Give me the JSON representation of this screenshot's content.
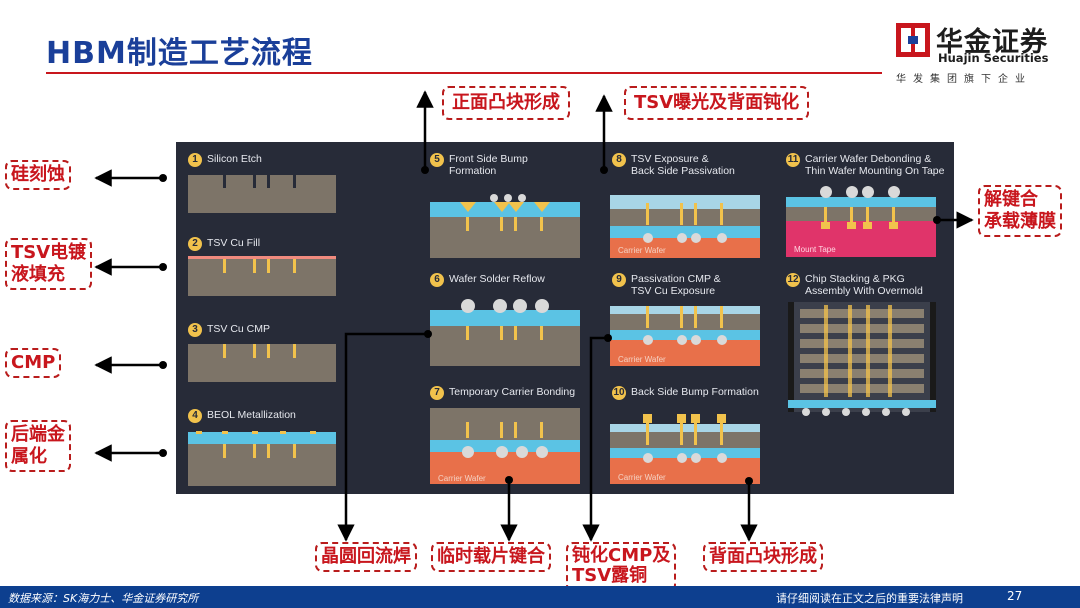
{
  "header": {
    "title": "HBM制造工艺流程",
    "logo_cn": "华金证券",
    "logo_en": "Huajin Securities",
    "logo_tagline": "华发集团旗下企业"
  },
  "steps": [
    {
      "num": "1",
      "text": "Silicon Etch"
    },
    {
      "num": "2",
      "text": "TSV Cu Fill"
    },
    {
      "num": "3",
      "text": "TSV Cu CMP"
    },
    {
      "num": "4",
      "text": "BEOL Metallization"
    },
    {
      "num": "5",
      "text": "Front Side Bump\nFormation"
    },
    {
      "num": "6",
      "text": "Wafer Solder Reflow"
    },
    {
      "num": "7",
      "text": "Temporary Carrier Bonding"
    },
    {
      "num": "8",
      "text": "TSV Exposure &\nBack Side Passivation"
    },
    {
      "num": "9",
      "text": "Passivation CMP &\nTSV Cu Exposure"
    },
    {
      "num": "10",
      "text": "Back Side Bump Formation"
    },
    {
      "num": "11",
      "text": "Carrier Wafer Debonding &\nThin Wafer Mounting On Tape"
    },
    {
      "num": "12",
      "text": "Chip Stacking & PKG\nAssembly With Overmold"
    }
  ],
  "diagram_labels": {
    "carrier_wafer": "Carrier Wafer",
    "mount_tape": "Mount Tape"
  },
  "callouts": {
    "etch": "硅刻蚀",
    "tsv_fill": "TSV电镀\n液填充",
    "cmp": "CMP",
    "beol": "后端金\n属化",
    "front_bump": "正面凸块形成",
    "tsv_exposure": "TSV曝光及背面钝化",
    "debond": "解键合\n承载薄膜",
    "reflow": "晶圆回流焊",
    "carrier_bond": "临时载片键合",
    "passivation": "钝化CMP及\nTSV露铜",
    "back_bump": "背面凸块形成"
  },
  "footer": {
    "source": "数据来源：SK海力士、华金证券研究所",
    "note": "请仔细阅读在正文之后的重要法律声明",
    "page": "27"
  },
  "colors": {
    "title_blue": "#1a3f99",
    "accent_red": "#c8161d",
    "panel_bg": "#272b38",
    "wafer_gray": "#7d7468",
    "passivation_cyan": "#5bc3e4",
    "carrier_orange": "#e8704a",
    "mount_tape_pink": "#e0346a",
    "bump_gold": "#f1c24c",
    "footer_blue": "#0d3f8f"
  }
}
